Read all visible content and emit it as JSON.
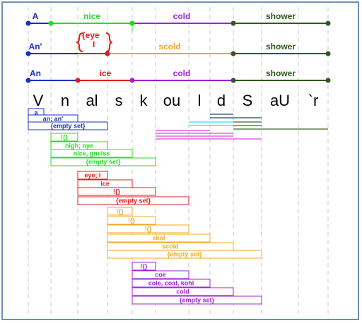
{
  "colors": {
    "blue": "#1a2fc4",
    "green": "#22dd22",
    "red": "#e21b1b",
    "orange": "#f0a820",
    "purple": "#a020d8",
    "darkgreen": "#2e5a1e",
    "cyan": "#2ee0ee",
    "magenta": "#e83ee0",
    "navy": "#23405e",
    "olive": "#3a6a26",
    "grid": "#c8c8c8",
    "frame": "#6f8fb8"
  },
  "phonemes": [
    "V",
    "n",
    "al",
    "s",
    "k",
    "ou",
    "l",
    "d",
    "S",
    "aU",
    "`r"
  ],
  "parses": [
    [
      {
        "text": "A",
        "color": "blue"
      },
      {
        "text": "nice",
        "color": "green"
      },
      {
        "text": "cold",
        "color": "purple"
      },
      {
        "text": "shower",
        "color": "darkgreen"
      }
    ],
    [
      {
        "text": "An'",
        "color": "blue"
      },
      {
        "text": "scold",
        "color": "orange"
      },
      {
        "text": "shower",
        "color": "darkgreen"
      }
    ],
    [
      {
        "text": "An",
        "color": "blue"
      },
      {
        "text": "ice",
        "color": "red"
      },
      {
        "text": "cold",
        "color": "purple"
      },
      {
        "text": "shower",
        "color": "darkgreen"
      }
    ]
  ],
  "eye_note": {
    "line1": "{eye",
    "line2": "I",
    "color": "red"
  },
  "word_groups": [
    {
      "color": "blue",
      "words": [
        "a",
        "an; an'",
        "{empty set}"
      ]
    },
    {
      "color": "green",
      "words": [
        "!{}",
        "nigh; nye",
        "nice, gneiss",
        "{empty set}"
      ]
    },
    {
      "color": "red",
      "words": [
        "eye; I",
        "ice",
        "!{}",
        "{empty set}"
      ]
    },
    {
      "color": "orange",
      "words": [
        "!{}",
        "!{}",
        "!{}",
        "skol",
        "scold",
        "{empty set}"
      ]
    },
    {
      "color": "purple",
      "words": [
        "!{}",
        "coe",
        "cole, coal, kohl",
        "cold",
        "{empty set}"
      ]
    }
  ]
}
